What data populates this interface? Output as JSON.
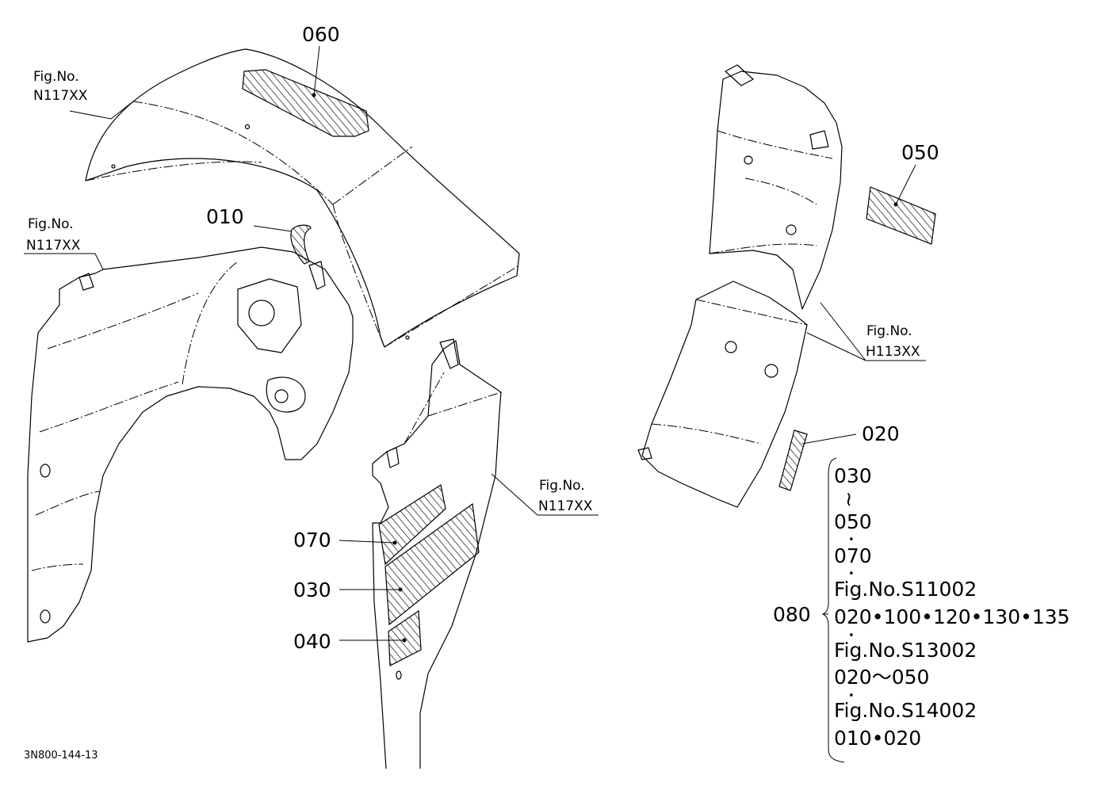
{
  "part_numbers": {
    "p060": "060",
    "p010": "010",
    "p070": "070",
    "p030": "030",
    "p040": "040",
    "p050": "050",
    "p020": "020",
    "p080": "080"
  },
  "figure_refs": {
    "fig_label": "Fig.No.",
    "top_left": "N117XX",
    "mid_left": "N117XX",
    "center": "N117XX",
    "right": "H113XX"
  },
  "assembly_list": [
    "030",
    "≀",
    "050",
    "•",
    "070",
    "•",
    "Fig.No.S11002",
    "020•100•120•130•135",
    "•",
    "Fig.No.S13002",
    "020～050",
    "•",
    "Fig.No.S14002",
    "010•020"
  ],
  "drawing_number": "3N800-144-13"
}
